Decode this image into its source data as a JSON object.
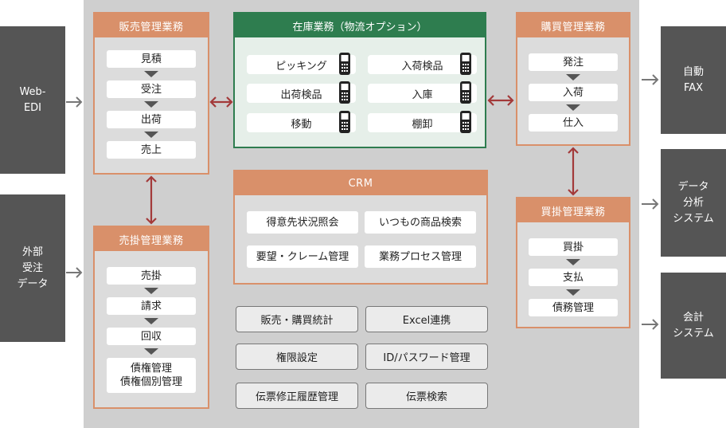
{
  "external_left": {
    "webedi": "Web-\nEDI",
    "order_data": "外部\n受注\nデータ"
  },
  "external_right": {
    "fax": "自動\nFAX",
    "analysis": "データ\n分析\nシステム",
    "accounting": "会計\nシステム"
  },
  "sales": {
    "title": "販売管理業務",
    "items": [
      "見積",
      "受注",
      "出荷",
      "売上"
    ]
  },
  "receivables": {
    "title": "売掛管理業務",
    "items": [
      "売掛",
      "請求",
      "回収",
      "債権管理\n債権個別管理"
    ]
  },
  "inventory": {
    "title": "在庫業務（物流オプション）",
    "items": [
      "ピッキング",
      "入荷検品",
      "出荷検品",
      "入庫",
      "移動",
      "棚卸"
    ]
  },
  "crm": {
    "title": "CRM",
    "items": [
      "得意先状況照会",
      "いつもの商品検索",
      "要望・クレーム管理",
      "業務プロセス管理"
    ]
  },
  "features": [
    "販売・購買統計",
    "Excel連携",
    "権限設定",
    "ID/パスワード管理",
    "伝票修正履歴管理",
    "伝票検索"
  ],
  "purchasing": {
    "title": "購買管理業務",
    "items": [
      "発注",
      "入荷",
      "仕入"
    ]
  },
  "payables": {
    "title": "買掛管理業務",
    "items": [
      "買掛",
      "支払",
      "債務管理"
    ]
  },
  "colors": {
    "orange": "#d9906a",
    "green": "#2e7d4f",
    "dark": "#555555",
    "red_arrow": "#a33a3a",
    "background": "#cfcfcf"
  },
  "icons": [
    "handheld-terminal-icon"
  ]
}
